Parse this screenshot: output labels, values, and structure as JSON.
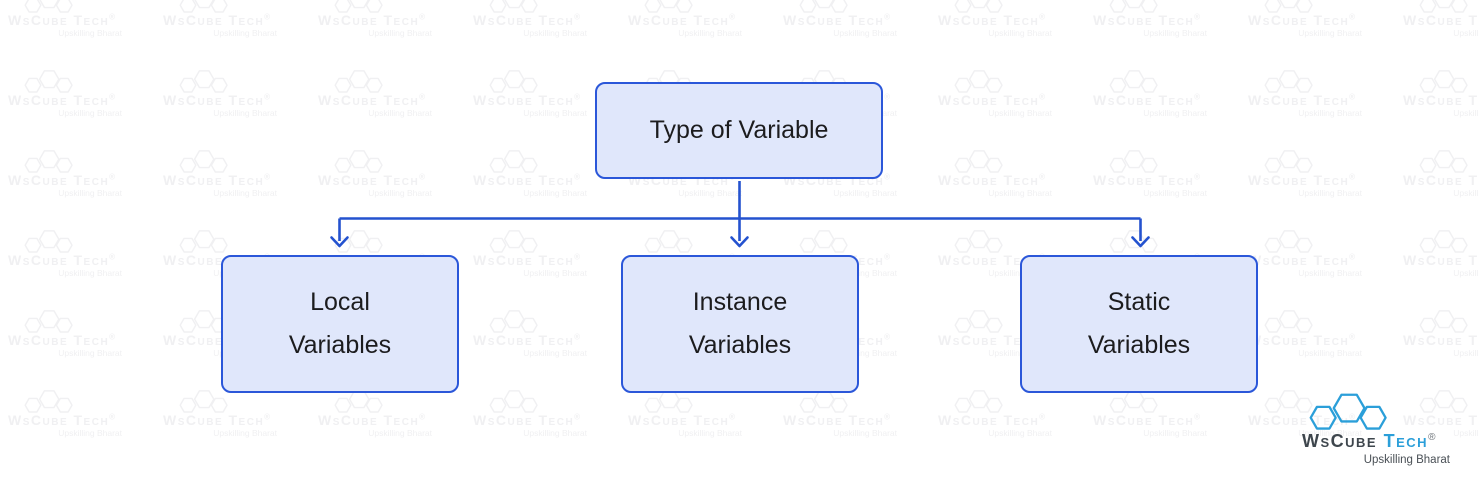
{
  "diagram": {
    "root": {
      "label": "Type of Variable"
    },
    "children": [
      {
        "lines": [
          "Local",
          "Variables"
        ]
      },
      {
        "lines": [
          "Instance",
          "Variables"
        ]
      },
      {
        "lines": [
          "Static",
          "Variables"
        ]
      }
    ]
  },
  "logo": {
    "brand_primary": "WsCube",
    "brand_secondary": "Tech",
    "registered_mark": "®",
    "tagline": "Upskilling Bharat"
  },
  "watermark": {
    "brand": "WsCube Tech",
    "registered_mark": "®",
    "tagline": "Upskilling Bharat"
  },
  "colors": {
    "background": "#ffffff",
    "node_border": "#2b57d9",
    "node_fill": "#e0e7fb",
    "node_text": "#1c1c1e",
    "connector": "#2452cf",
    "logo_hex": "#2b9fd9",
    "logo_text_dark": "#3e464d",
    "logo_text_blue": "#2b9fd9",
    "watermark_color": "#f0f0f2"
  }
}
